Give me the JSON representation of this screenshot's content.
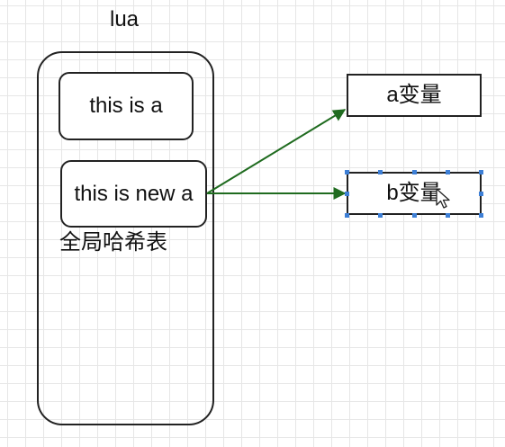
{
  "diagram": {
    "container_title": "lua",
    "container_caption": "全局哈希表",
    "nodes": {
      "a_value": "this is a",
      "new_value": "this is new a",
      "var_a": "a变量",
      "var_b": "b变量"
    },
    "colors": {
      "arrow": "#1f6b1f",
      "selection_handle": "#3d7fd6",
      "grid": "#e6e6e6"
    }
  }
}
